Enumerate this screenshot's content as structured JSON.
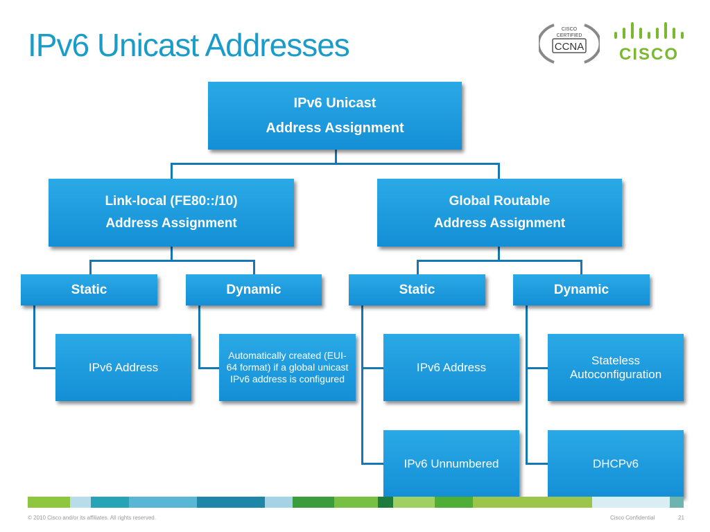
{
  "title": "IPv6 Unicast Addresses",
  "logos": {
    "ccna_top": "CISCO",
    "ccna_mid": "CERTIFIED",
    "ccna_main": "CCNA",
    "cisco_word": "CISCO"
  },
  "tree": {
    "root": {
      "line1": "IPv6 Unicast",
      "line2": "Address Assignment"
    },
    "link_local": {
      "line1": "Link-local (FE80::/10)",
      "line2": "Address Assignment"
    },
    "global": {
      "line1": "Global Routable",
      "line2": "Address Assignment"
    },
    "ll_static": "Static",
    "ll_dynamic": "Dynamic",
    "gr_static": "Static",
    "gr_dynamic": "Dynamic",
    "ll_static_leaf": "IPv6 Address",
    "ll_dynamic_leaf": "Automatically created (EUI-64 format) if a global unicast IPv6 address is configured",
    "gr_static_leaf1": "IPv6 Address",
    "gr_static_leaf2": "IPv6 Unnumbered",
    "gr_dynamic_leaf1": "Stateless Autoconfiguration",
    "gr_dynamic_leaf2": "DHCPv6"
  },
  "footer": {
    "copyright": "© 2010 Cisco and/or its affiliates. All rights reserved.",
    "confidential": "Cisco Confidential",
    "page": "21"
  },
  "colors": {
    "title": "#1a9cc9",
    "box": "#1a97dc",
    "connector": "#1577b5",
    "cisco_green": "#7ab92f"
  }
}
